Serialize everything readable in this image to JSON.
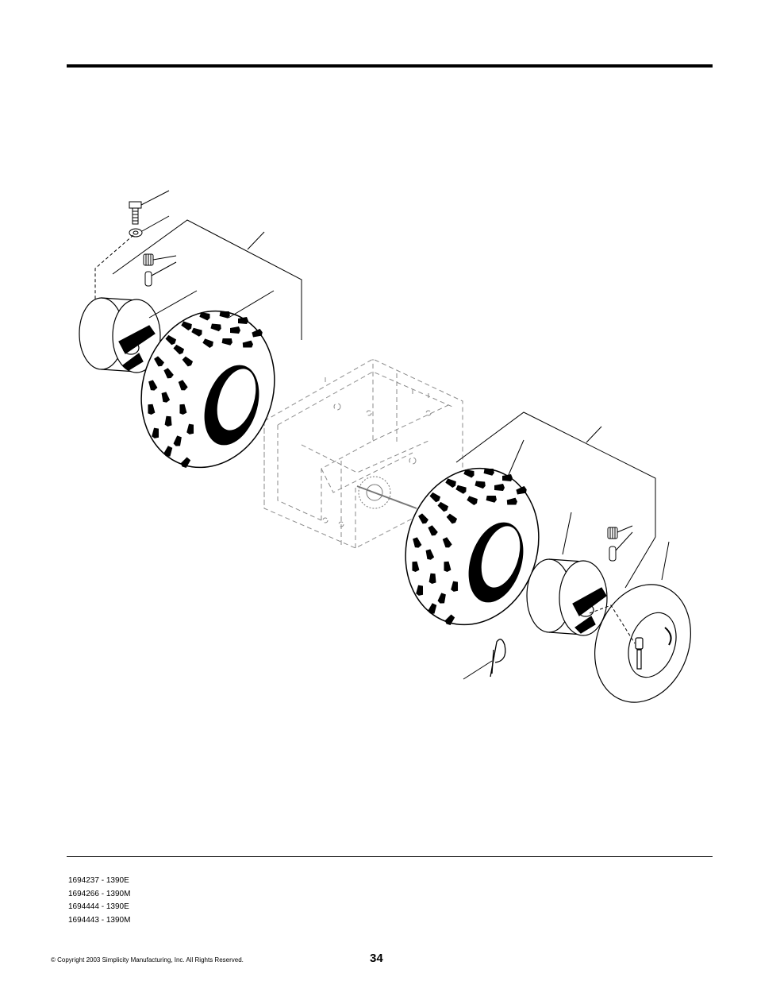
{
  "header": {},
  "diagram": {
    "parts": [
      "bolt",
      "washer",
      "valve-cap",
      "valve-stem",
      "left-wheel-rim",
      "left-tire",
      "frame-assembly",
      "axle-sprocket",
      "right-tire",
      "right-wheel-rim",
      "inner-tube",
      "valve-cap",
      "valve-stem",
      "hitch-pin"
    ]
  },
  "models": [
    {
      "text": "1694237 - 1390E"
    },
    {
      "text": "1694266 - 1390M"
    },
    {
      "text": "1694444 - 1390E"
    },
    {
      "text": "1694443 - 1390M"
    }
  ],
  "footer": {
    "copyright": "© Copyright 2003 Simplicity Manufacturing, Inc. All Rights Reserved.",
    "page_number": "34"
  }
}
